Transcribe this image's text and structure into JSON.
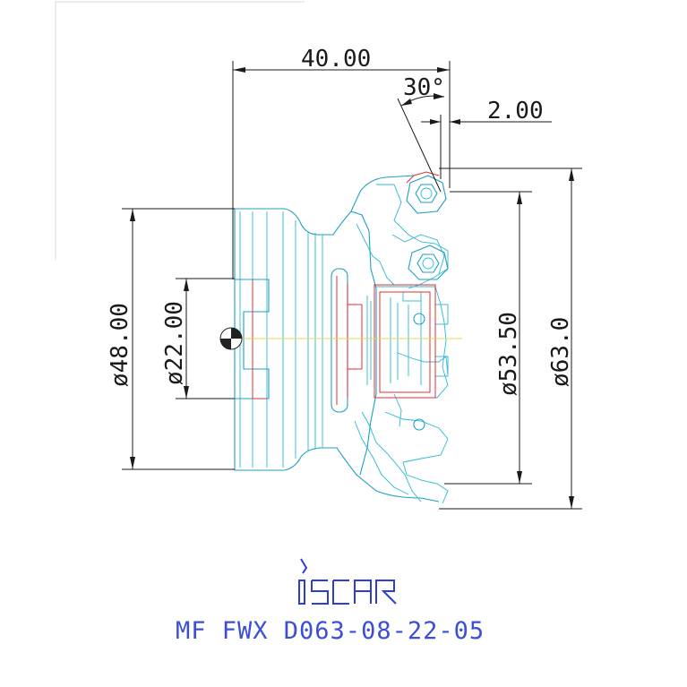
{
  "dimensions": {
    "length_overall": "40.00",
    "lead_angle": "30°",
    "depth": "2.00",
    "hub_diameter": "ø48.00",
    "bore_diameter": "ø22.00",
    "inner_cut_diameter": "ø53.50",
    "cutting_diameter": "ø63.0"
  },
  "brand": {
    "logo_text": "iscar"
  },
  "model": {
    "designation": "MF FWX D063-08-22-05"
  },
  "colors": {
    "dimension_lines": "#1a1a1a",
    "body_outline": "#2ab8d8",
    "hidden_lines": "#e03030",
    "center_line": "#e8d84a",
    "model_text": "#3a4fd6"
  }
}
